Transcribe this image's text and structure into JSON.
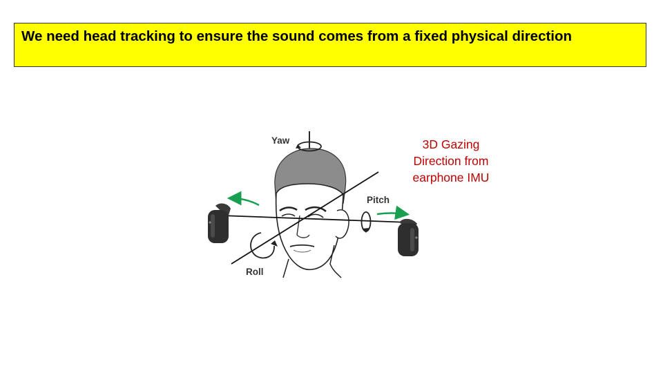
{
  "slide": {
    "title": "We need head tracking to ensure the sound comes from a fixed physical direction",
    "caption_lines": [
      "3D Gazing",
      "Direction from",
      "earphone IMU"
    ]
  },
  "diagram": {
    "labels": {
      "yaw": "Yaw",
      "pitch": "Pitch",
      "roll": "Roll"
    },
    "colors": {
      "arrow": "#18a050",
      "caption": "#c00000",
      "highlight": "#ffff00",
      "hair": "#8c8c8c",
      "earbud": "#2e2e2e"
    },
    "icons": [
      "head-illustration",
      "earbud-icon",
      "rotation-arrow-icon",
      "motion-arrow-icon"
    ]
  }
}
